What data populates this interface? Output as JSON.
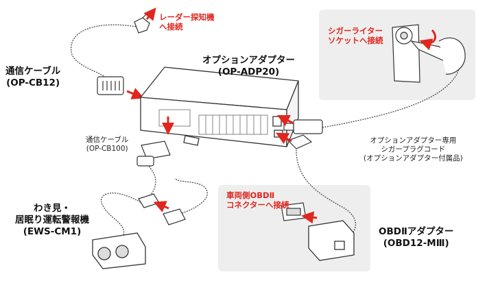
{
  "labels": {
    "radar": [
      "レーダー探知機",
      "へ接続"
    ],
    "comm_cable": [
      "通信ケーブル",
      "(OP-CB12)"
    ],
    "option_adapter": [
      "オプションアダプター",
      "(OP-ADP20)"
    ],
    "cigar_socket": [
      "シガーライター",
      "ソケットへ接続"
    ],
    "plug_cord": [
      "オプションアダプター専用",
      "シガープラグコード",
      "(オプションアダプター付属品)"
    ],
    "comm_cable2": [
      "通信ケーブル",
      "(OP-CB100)"
    ],
    "camera": [
      "わき見・",
      "居眠り運転警報機",
      "(EWS-CM1)"
    ],
    "obd_connector": [
      "車両側OBDⅡ",
      "コネクターへ接続"
    ],
    "obd_adapter": [
      "OBDⅡアダプター",
      "(OBD12-MⅢ)"
    ]
  },
  "colors": {
    "accent_red": "#e0261f",
    "panel_gray": "#eeeeee",
    "line": "#555555"
  }
}
